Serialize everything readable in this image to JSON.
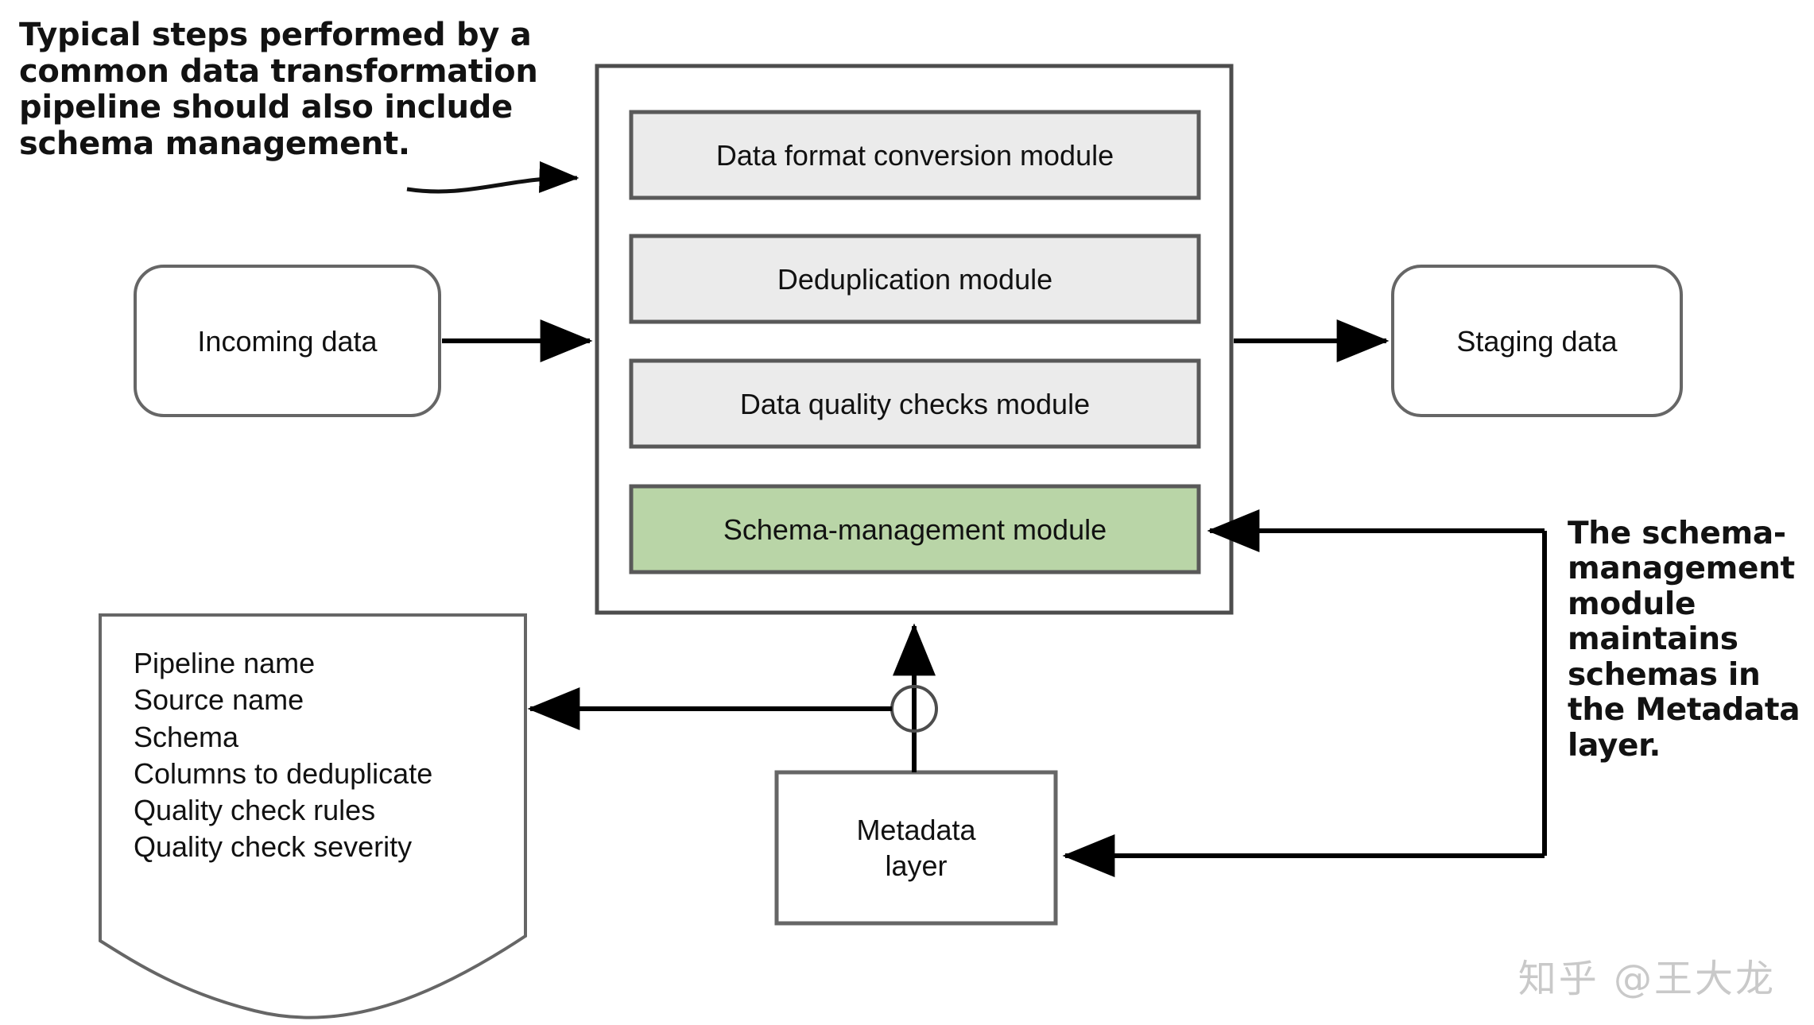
{
  "diagram": {
    "title": "Data transformation pipeline with schema management",
    "colors": {
      "module_fill": "#ebebeb",
      "module_stroke": "#595959",
      "schema_module_fill": "#b9d5a7",
      "container_stroke": "#4d4d4d",
      "node_stroke": "#666666",
      "arrow": "#000000",
      "text": "#111111",
      "annotation_text": "#121212",
      "watermark": "#c9c9c9"
    }
  },
  "annotations": {
    "left": "Typical steps performed by a common data transformation pipeline should also include schema management.",
    "right": "The schema-management module maintains schemas in the Metadata layer."
  },
  "nodes": {
    "incoming_data": {
      "label": "Incoming data"
    },
    "staging_data": {
      "label": "Staging data"
    },
    "metadata_layer": {
      "label": "Metadata\nlayer"
    }
  },
  "pipeline": {
    "modules": [
      {
        "id": "data-format-conversion",
        "label": "Data format conversion module",
        "highlighted": false
      },
      {
        "id": "deduplication",
        "label": "Deduplication module",
        "highlighted": false
      },
      {
        "id": "data-quality-checks",
        "label": "Data quality checks module",
        "highlighted": false
      },
      {
        "id": "schema-management",
        "label": "Schema-management module",
        "highlighted": true
      }
    ]
  },
  "document_note": {
    "items": [
      "Pipeline name",
      "Source name",
      "Schema",
      "Columns to deduplicate",
      "Quality check rules",
      "Quality check severity"
    ]
  },
  "watermark": {
    "text": "知乎 @王大龙"
  }
}
